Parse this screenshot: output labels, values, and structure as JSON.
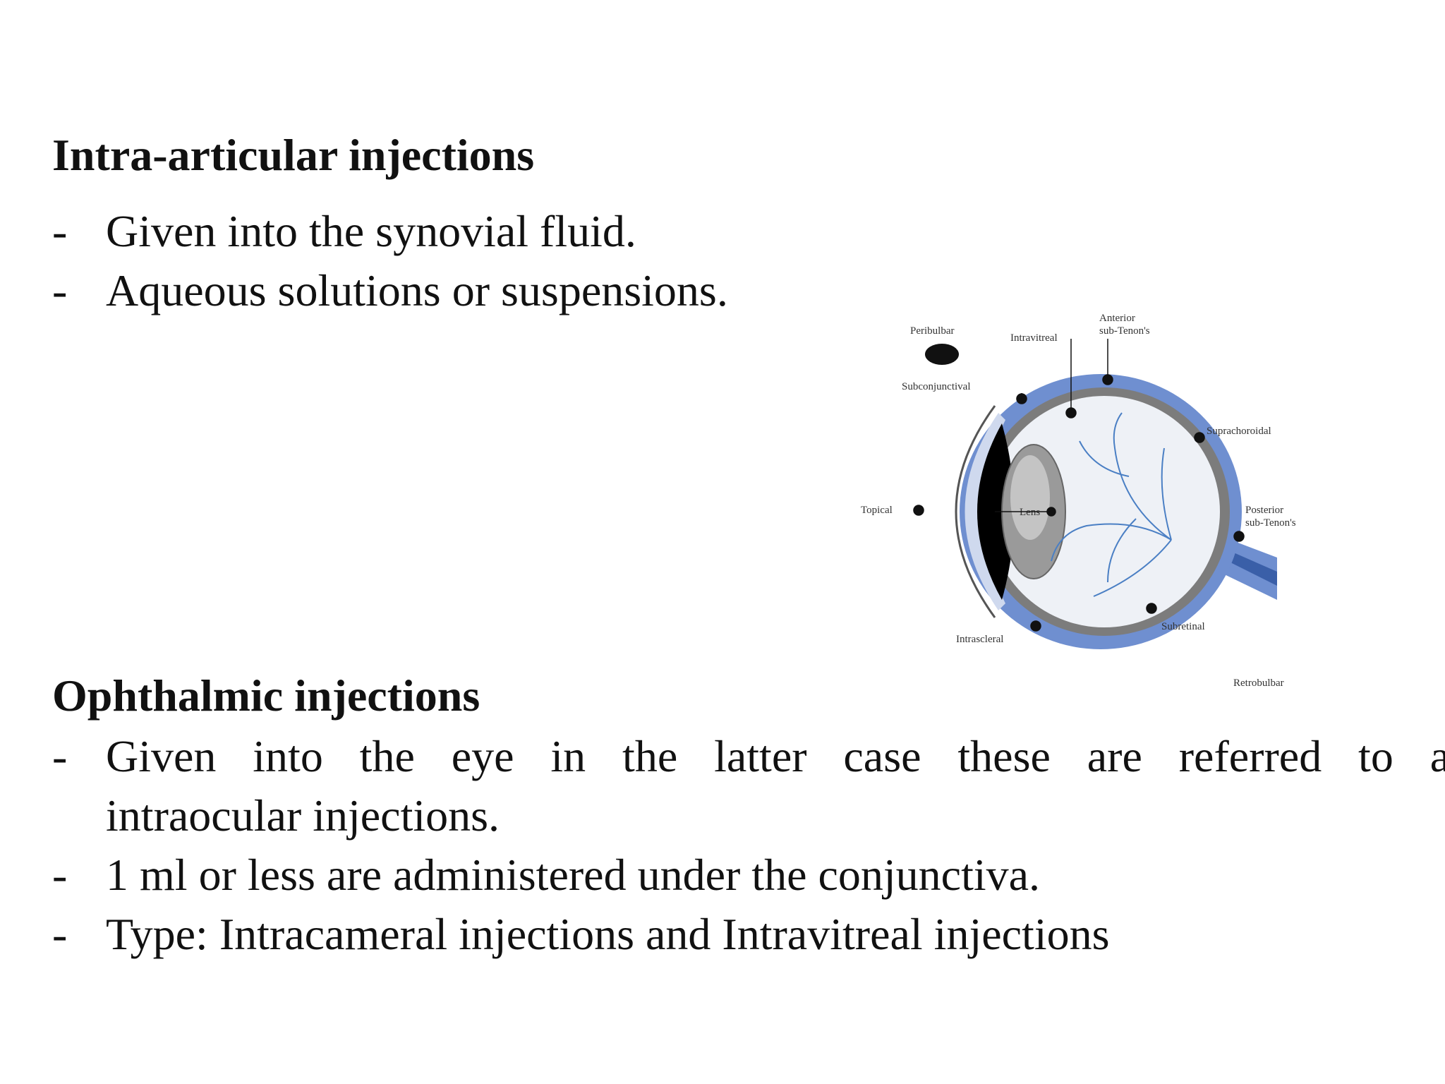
{
  "section1": {
    "heading": "Intra-articular injections",
    "bullets": [
      "Given into the synovial fluid.",
      "Aqueous solutions or suspensions."
    ]
  },
  "section2": {
    "heading": "Ophthalmic injections",
    "bullets": [
      {
        "line1": "Given into the eye in the latter case these are referred to as",
        "line2": "intraocular injections."
      },
      "1 ml or less are administered under the conjunctiva.",
      "Type: Intracameral injections and Intravitreal injections"
    ]
  },
  "bullet_marker": "-",
  "diagram": {
    "labels": {
      "peribulbar": "Peribulbar",
      "intravitreal": "Intravitreal",
      "anterior_line1": "Anterior",
      "anterior_line2": "sub-Tenon's",
      "subconjunctival": "Subconjunctival",
      "suprachoroidal": "Suprachoroidal",
      "topical": "Topical",
      "posterior_line1": "Posterior",
      "posterior_line2": "sub-Tenon's",
      "subretinal": "Subretinal",
      "intrascleral": "Intrascleral",
      "retrobulbar": "Retrobulbar",
      "lens": "Lens"
    },
    "colors": {
      "sclera_blue": "#6f8fd0",
      "retina_gray": "#8a8a8a",
      "vitreous": "#eef1f6",
      "vessels": "#4a7fc4",
      "cornea_dark": "#000000"
    }
  }
}
